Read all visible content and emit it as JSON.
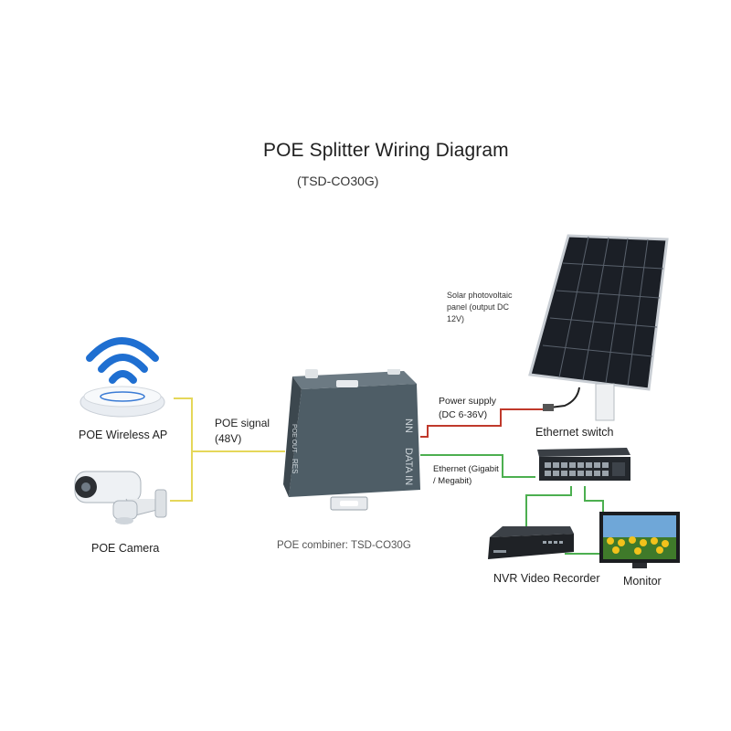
{
  "title": "POE Splitter Wiring Diagram",
  "subtitle": "(TSD-CO30G)",
  "devices": {
    "wireless_ap": {
      "label": "POE Wireless AP"
    },
    "camera": {
      "label": "POE Camera"
    },
    "combiner": {
      "label": "POE combiner: TSD-CO30G",
      "port_poe_out": "POE OUT",
      "port_res": "RES",
      "port_in": "NN",
      "port_data": "DATA IN"
    },
    "solar_panel": {
      "label_lines": [
        "Solar photovoltaic",
        "panel (output DC",
        "12V)"
      ]
    },
    "ethernet_switch": {
      "label": "Ethernet switch"
    },
    "nvr": {
      "label": "NVR Video Recorder"
    },
    "monitor": {
      "label": "Monitor"
    }
  },
  "connections": {
    "poe_signal": {
      "line1": "POE signal",
      "line2": "(48V)"
    },
    "power_supply": {
      "line1": "Power supply",
      "line2": "(DC 6-36V)"
    },
    "ethernet": {
      "line1": "Ethernet (Gigabit",
      "line2": "/ Megabit)"
    }
  },
  "colors": {
    "poe_wire": "#e5d75a",
    "power_wire": "#c0392b",
    "ethernet_wire": "#4caf50",
    "enclosure": "#4e5d66",
    "wifi_signal": "#1f6fd1"
  }
}
